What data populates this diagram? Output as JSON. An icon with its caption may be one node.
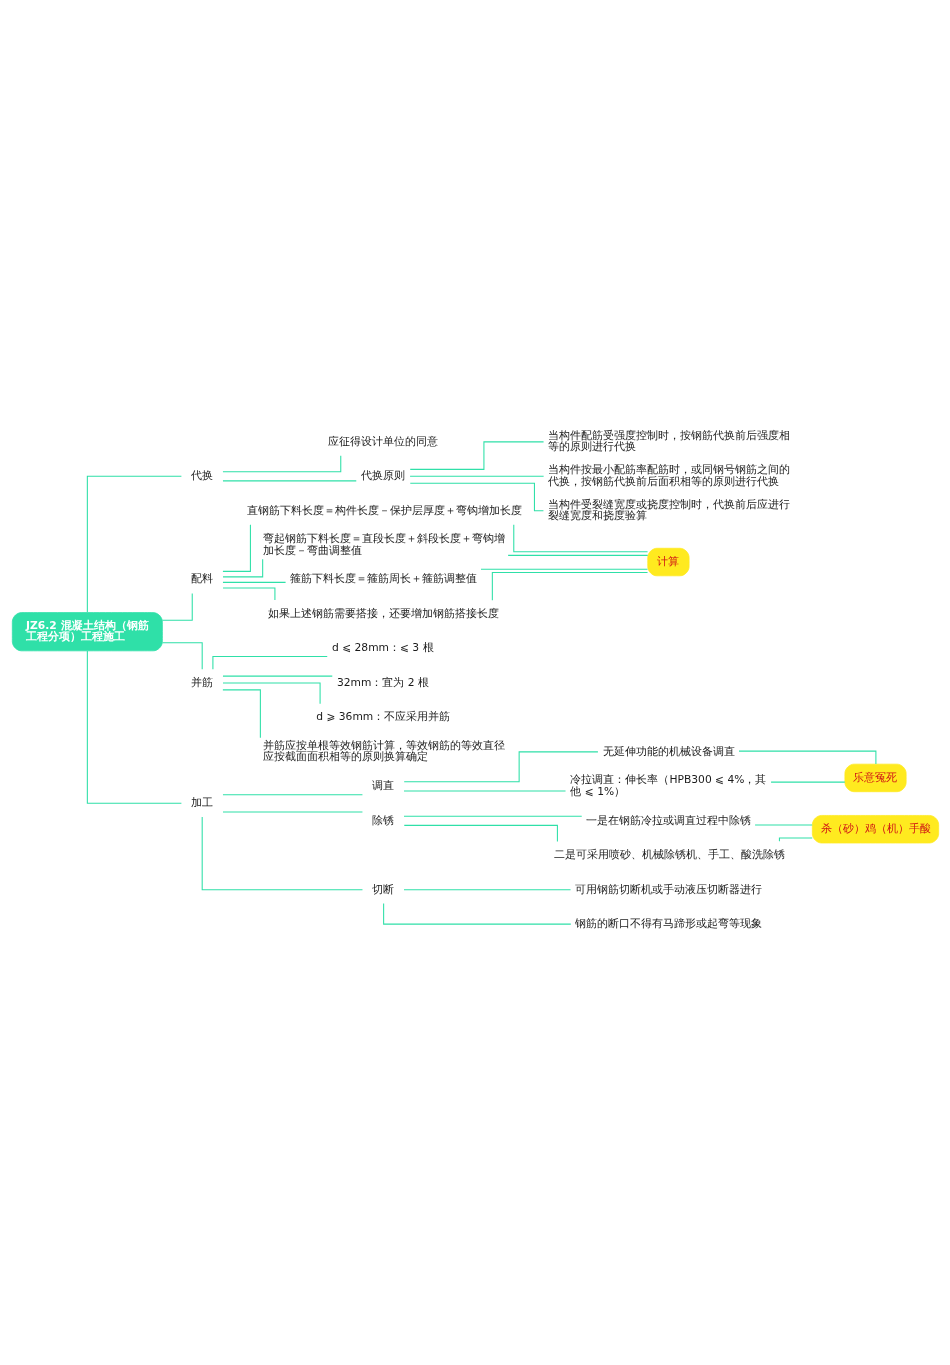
{
  "diagram": {
    "nodes": [
      {
        "text": [
          "JZ6.2 混凝土结构（钢筋工程分项）工程施工"
        ]
      },
      {
        "text": [
          "代换"
        ]
      },
      {
        "text": [
          "应征得设计单位的同意"
        ]
      },
      {
        "text": [
          "代换原则"
        ]
      },
      {
        "text": [
          "当构件配筋受强度控制时，按钢筋代换前后强度相等的原则进行代换"
        ]
      },
      {
        "text": [
          "当构件按最小配筋率配筋时，或同钢号钢筋之间的代换，按钢筋代换前后面积相等的原则进行代换"
        ]
      },
      {
        "text": [
          "当构件受裂缝宽度或挠度控制时，代换前后应进行裂缝宽度和挠度验算"
        ]
      },
      {
        "text": [
          "配料"
        ]
      },
      {
        "text": [
          "直钢筋下料长度＝构件长度－保护层厚度＋弯钩增加长度"
        ]
      },
      {
        "text": [
          "弯起钢筋下料长度＝直段长度＋斜段长度＋弯钩增加长度－弯曲调整值"
        ]
      },
      {
        "text": [
          "箍筋下料长度＝箍筋周长＋箍筋调整值"
        ]
      },
      {
        "text": [
          "如果上述钢筋需要搭接，还要增加钢筋搭接长度"
        ]
      },
      {
        "text": [
          "计算"
        ]
      },
      {
        "text": [
          "并筋"
        ]
      },
      {
        "text": [
          "d ⩽ 28mm：⩽ 3 根"
        ]
      },
      {
        "text": [
          "32mm：宜为 2 根"
        ]
      },
      {
        "text": [
          "d ⩾ 36mm：不应采用并筋"
        ]
      },
      {
        "text": [
          "并筋应按单根等效钢筋计算，等效钢筋的等效直径应按截面面积相等的原则换算确定"
        ]
      },
      {
        "text": [
          "加工"
        ]
      },
      {
        "text": [
          "调直"
        ]
      },
      {
        "text": [
          "无延伸功能的机械设备调直"
        ]
      },
      {
        "text": [
          "冷拉调直：伸长率（HPB300 ⩽ 4%，其他 ⩽ 1%）"
        ]
      },
      {
        "text": [
          "乐意冤死"
        ]
      },
      {
        "text": [
          "除锈"
        ]
      },
      {
        "text": [
          "一是在钢筋冷拉或调直过程中除锈"
        ]
      },
      {
        "text": [
          "二是可采用喷砂、机械除锈机、手工、酸洗除锈"
        ]
      },
      {
        "text": [
          "杀（砂）鸡（机）手酸"
        ]
      },
      {
        "text": [
          "切断"
        ]
      },
      {
        "text": [
          "可用钢筋切断机或手动液压切断器进行"
        ]
      },
      {
        "text": [
          "钢筋的断口不得有马蹄形或起弯等现象"
        ]
      }
    ],
    "edges": [
      {
        "from": 0,
        "to": 1,
        "arrow": "none"
      },
      {
        "from": 1,
        "to": 2,
        "arrow": "none"
      },
      {
        "from": 1,
        "to": 3,
        "arrow": "none"
      },
      {
        "from": 3,
        "to": 4,
        "arrow": "none"
      },
      {
        "from": 3,
        "to": 5,
        "arrow": "none"
      },
      {
        "from": 3,
        "to": 6,
        "arrow": "none"
      },
      {
        "from": 0,
        "to": 7,
        "arrow": "none"
      },
      {
        "from": 7,
        "to": 8,
        "arrow": "none"
      },
      {
        "from": 7,
        "to": 9,
        "arrow": "none"
      },
      {
        "from": 7,
        "to": 10,
        "arrow": "none"
      },
      {
        "from": 7,
        "to": 11,
        "arrow": "none"
      },
      {
        "from": 8,
        "to": 12,
        "arrow": "none"
      },
      {
        "from": 9,
        "to": 12,
        "arrow": "none"
      },
      {
        "from": 10,
        "to": 12,
        "arrow": "none"
      },
      {
        "from": 11,
        "to": 12,
        "arrow": "none"
      },
      {
        "from": 0,
        "to": 13,
        "arrow": "none"
      },
      {
        "from": 13,
        "to": 14,
        "arrow": "none"
      },
      {
        "from": 13,
        "to": 15,
        "arrow": "none"
      },
      {
        "from": 13,
        "to": 16,
        "arrow": "none"
      },
      {
        "from": 13,
        "to": 17,
        "arrow": "none"
      },
      {
        "from": 0,
        "to": 18,
        "arrow": "none"
      },
      {
        "from": 18,
        "to": 19,
        "arrow": "none"
      },
      {
        "from": 19,
        "to": 20,
        "arrow": "none"
      },
      {
        "from": 19,
        "to": 21,
        "arrow": "none"
      },
      {
        "from": 20,
        "to": 22,
        "arrow": "none"
      },
      {
        "from": 21,
        "to": 22,
        "arrow": "none"
      },
      {
        "from": 18,
        "to": 23,
        "arrow": "none"
      },
      {
        "from": 23,
        "to": 24,
        "arrow": "none"
      },
      {
        "from": 23,
        "to": 25,
        "arrow": "none"
      },
      {
        "from": 24,
        "to": 26,
        "arrow": "none"
      },
      {
        "from": 25,
        "to": 26,
        "arrow": "none"
      },
      {
        "from": 18,
        "to": 27,
        "arrow": "none"
      },
      {
        "from": 27,
        "to": 28,
        "arrow": "none"
      },
      {
        "from": 27,
        "to": 29,
        "arrow": "none"
      }
    ]
  }
}
